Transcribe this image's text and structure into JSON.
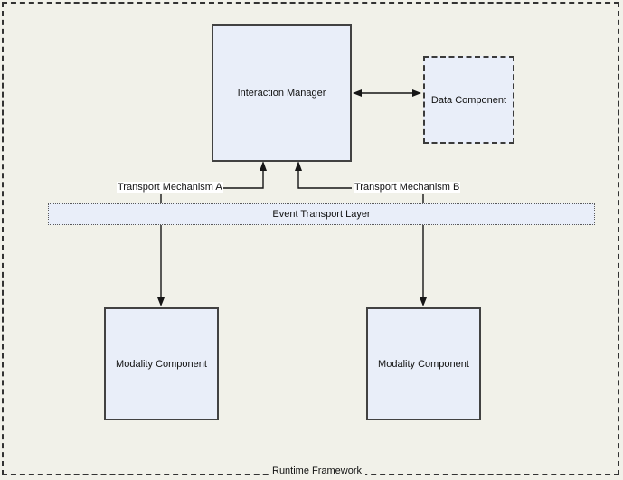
{
  "diagram": {
    "frame_label": "Runtime Framework",
    "nodes": {
      "interaction_manager": {
        "label": "Interaction Manager"
      },
      "data_component": {
        "label": "Data Component"
      },
      "event_transport_layer": {
        "label": "Event Transport Layer"
      },
      "modality_component_left": {
        "label": "Modality Component"
      },
      "modality_component_right": {
        "label": "Modality Component"
      }
    },
    "labels": {
      "transport_mechanism_a": "Transport Mechanism A",
      "transport_mechanism_b": "Transport Mechanism B"
    },
    "connectors": [
      "transport-a-elbow-arrow-up-into-interaction-manager",
      "transport-b-elbow-arrow-up-into-interaction-manager",
      "transport-a-drop-arrow-down-into-modality-component-left",
      "transport-b-drop-arrow-down-into-modality-component-right",
      "double-arrow-interaction-manager-data-component"
    ],
    "colors": {
      "background": "#f1f1e9",
      "node_fill": "#e9eef9",
      "node_border": "#424242",
      "connector": "#161616",
      "frame_border": "#333333"
    }
  }
}
